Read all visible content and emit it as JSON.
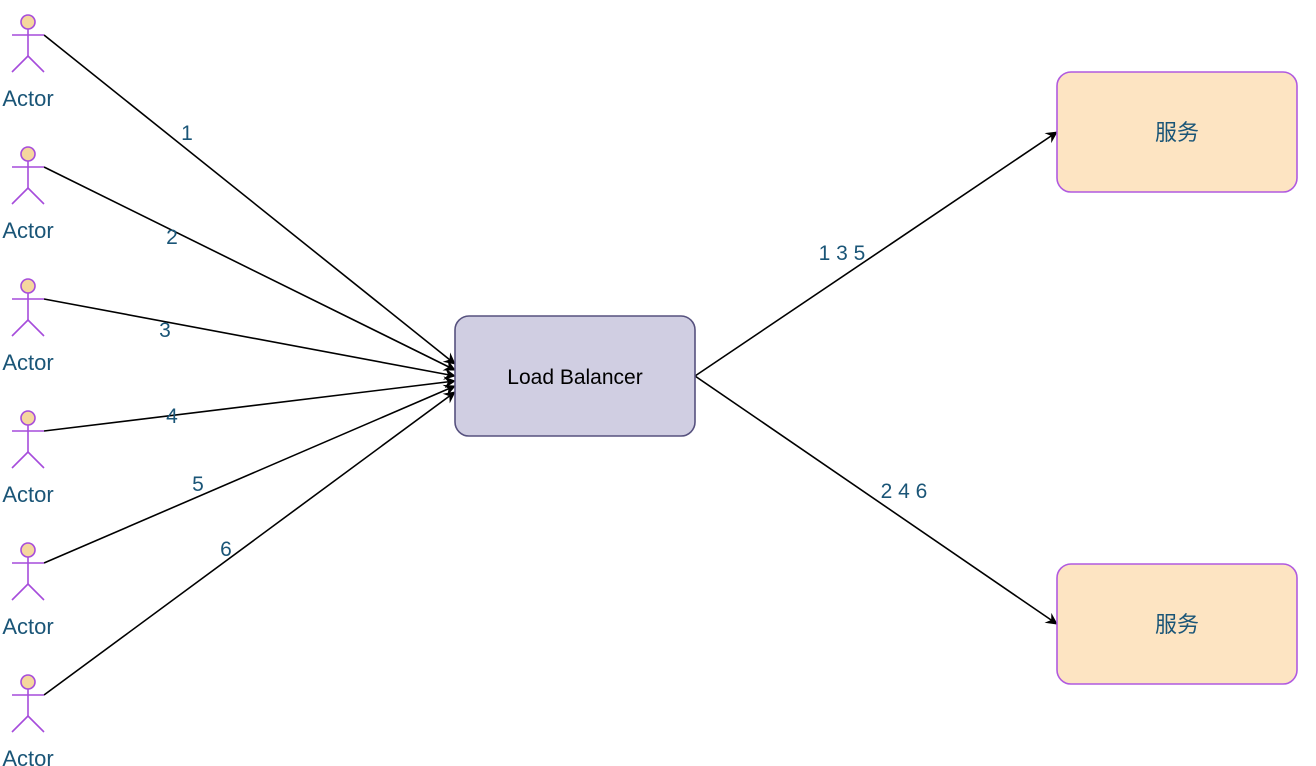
{
  "colors": {
    "actor_stroke": "#a64cdb",
    "actor_head_fill": "#f5d79e",
    "label_text": "#1a5577",
    "edge": "#000000",
    "lb_fill": "#d0cee2",
    "lb_stroke": "#56517e",
    "lb_text": "#000000",
    "service_fill": "#fde4c2",
    "service_stroke": "#b05ae0"
  },
  "actors": [
    {
      "label": "Actor",
      "edge_label": "1"
    },
    {
      "label": "Actor",
      "edge_label": "2"
    },
    {
      "label": "Actor",
      "edge_label": "3"
    },
    {
      "label": "Actor",
      "edge_label": "4"
    },
    {
      "label": "Actor",
      "edge_label": "5"
    },
    {
      "label": "Actor",
      "edge_label": "6"
    }
  ],
  "load_balancer": {
    "label": "Load Balancer"
  },
  "services": [
    {
      "label": "服务",
      "edge_label": "1 3 5"
    },
    {
      "label": "服务",
      "edge_label": "2 4 6"
    }
  ]
}
